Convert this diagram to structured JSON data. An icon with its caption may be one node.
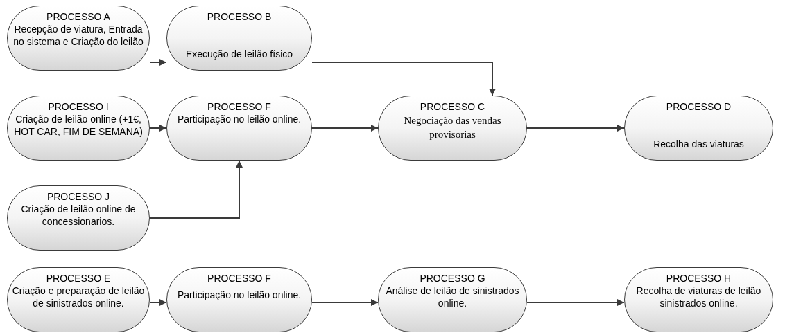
{
  "diagram": {
    "nodes": [
      {
        "text": [
          "PROCESSO A",
          "Recepção de viatura, Entrada no sistema e Criação do leilão"
        ]
      },
      {
        "text": [
          "PROCESSO B",
          "Execução de leilão físico"
        ]
      },
      {
        "text": [
          "PROCESSO I",
          "Criação de leilão online (+1€, HOT CAR, FIM DE SEMANA)"
        ]
      },
      {
        "text": [
          "PROCESSO F",
          "Participação no leilão online."
        ]
      },
      {
        "text": [
          "PROCESSO C",
          "Negociação das vendas provisorias"
        ]
      },
      {
        "text": [
          "PROCESSO D",
          "Recolha das viaturas"
        ]
      },
      {
        "text": [
          "PROCESSO J",
          "Criação de leilão online de concessionarios."
        ]
      },
      {
        "text": [
          "PROCESSO E",
          "Criação e preparação de leilão de sinistrados online."
        ]
      },
      {
        "text": [
          "PROCESSO F",
          "Participação no leilão online."
        ]
      },
      {
        "text": [
          "PROCESSO G",
          "Análise de leilão de sinistrados online."
        ]
      },
      {
        "text": [
          "PROCESSO H",
          "Recolha de viaturas de leilão sinistrados online."
        ]
      }
    ],
    "edges": [
      {
        "from": 0,
        "to": 1,
        "arrow": "to"
      },
      {
        "from": 1,
        "to": 4,
        "arrow": "to"
      },
      {
        "from": 2,
        "to": 3,
        "arrow": "to"
      },
      {
        "from": 3,
        "to": 4,
        "arrow": "to"
      },
      {
        "from": 4,
        "to": 5,
        "arrow": "to"
      },
      {
        "from": 6,
        "to": 3,
        "arrow": "to"
      },
      {
        "from": 7,
        "to": 8,
        "arrow": "to"
      },
      {
        "from": 8,
        "to": 9,
        "arrow": "to"
      },
      {
        "from": 9,
        "to": 10,
        "arrow": "to"
      }
    ]
  }
}
